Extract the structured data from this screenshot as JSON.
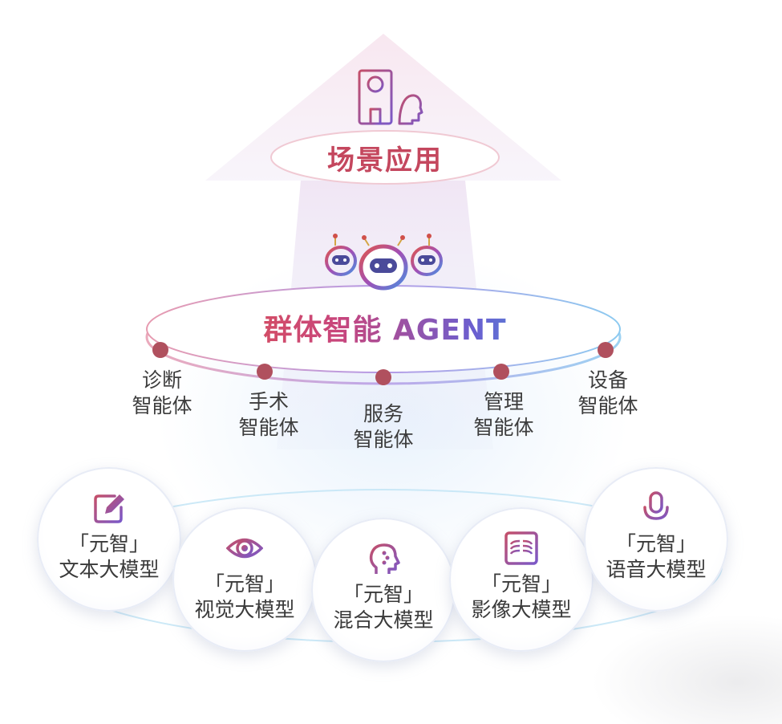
{
  "colors": {
    "accent_red": "#c4475e",
    "accent_purple": "#6a5fd0",
    "accent_cyan": "#3fb0e0",
    "node_dot": "#b0505e"
  },
  "top": {
    "title": "场景应用",
    "icon": "hospital-doctor-icon"
  },
  "agent": {
    "title": "群体智能 AGENT",
    "icon": "robot-group-icon",
    "nodes": [
      {
        "line1": "诊断",
        "line2": "智能体"
      },
      {
        "line1": "手术",
        "line2": "智能体"
      },
      {
        "line1": "服务",
        "line2": "智能体"
      },
      {
        "line1": "管理",
        "line2": "智能体"
      },
      {
        "line1": "设备",
        "line2": "智能体"
      }
    ]
  },
  "models": [
    {
      "line1": "「元智」",
      "line2": "文本大模型",
      "icon": "edit-document-icon"
    },
    {
      "line1": "「元智」",
      "line2": "视觉大模型",
      "icon": "eye-icon"
    },
    {
      "line1": "「元智」",
      "line2": "混合大模型",
      "icon": "ai-head-icon"
    },
    {
      "line1": "「元智」",
      "line2": "影像大模型",
      "icon": "xray-icon"
    },
    {
      "line1": "「元智」",
      "line2": "语音大模型",
      "icon": "microphone-icon"
    }
  ]
}
